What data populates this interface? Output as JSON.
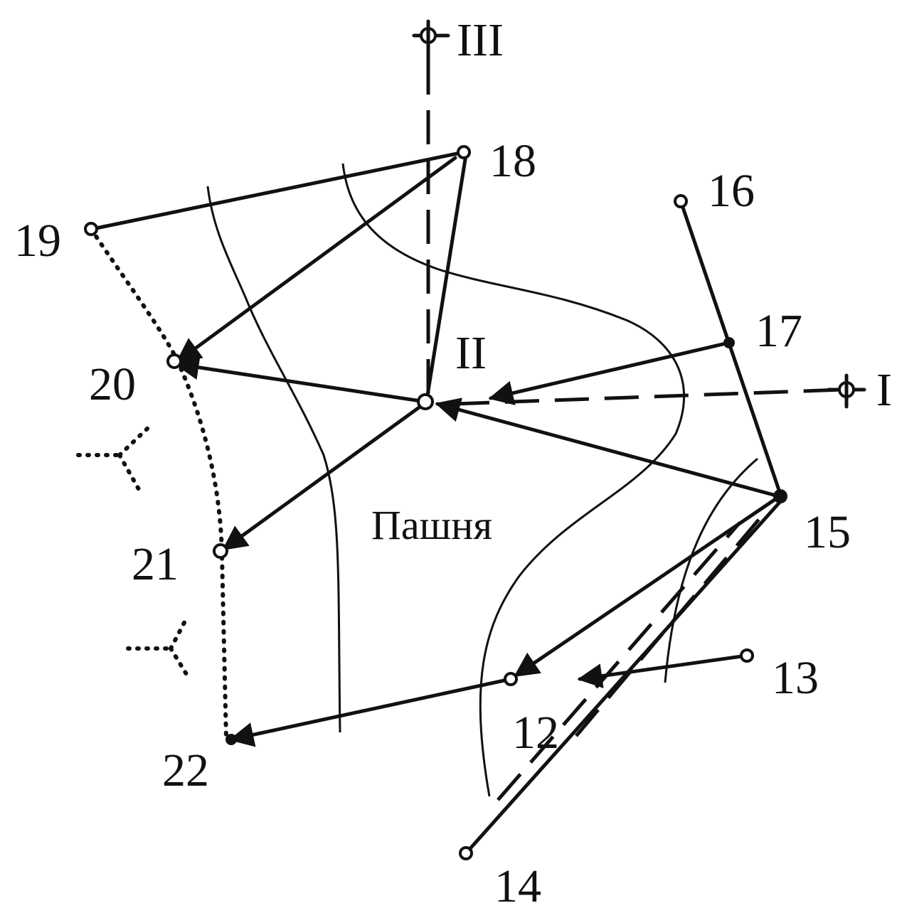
{
  "points": [
    {
      "id": "12",
      "label": "12"
    },
    {
      "id": "13",
      "label": "13"
    },
    {
      "id": "14",
      "label": "14"
    },
    {
      "id": "15",
      "label": "15"
    },
    {
      "id": "16",
      "label": "16"
    },
    {
      "id": "17",
      "label": "17"
    },
    {
      "id": "18",
      "label": "18"
    },
    {
      "id": "19",
      "label": "19"
    },
    {
      "id": "20",
      "label": "20"
    },
    {
      "id": "21",
      "label": "21"
    },
    {
      "id": "22",
      "label": "22"
    }
  ],
  "landmarks": {
    "I": "I",
    "II": "II",
    "III": "III"
  },
  "area_label": "Пашня"
}
